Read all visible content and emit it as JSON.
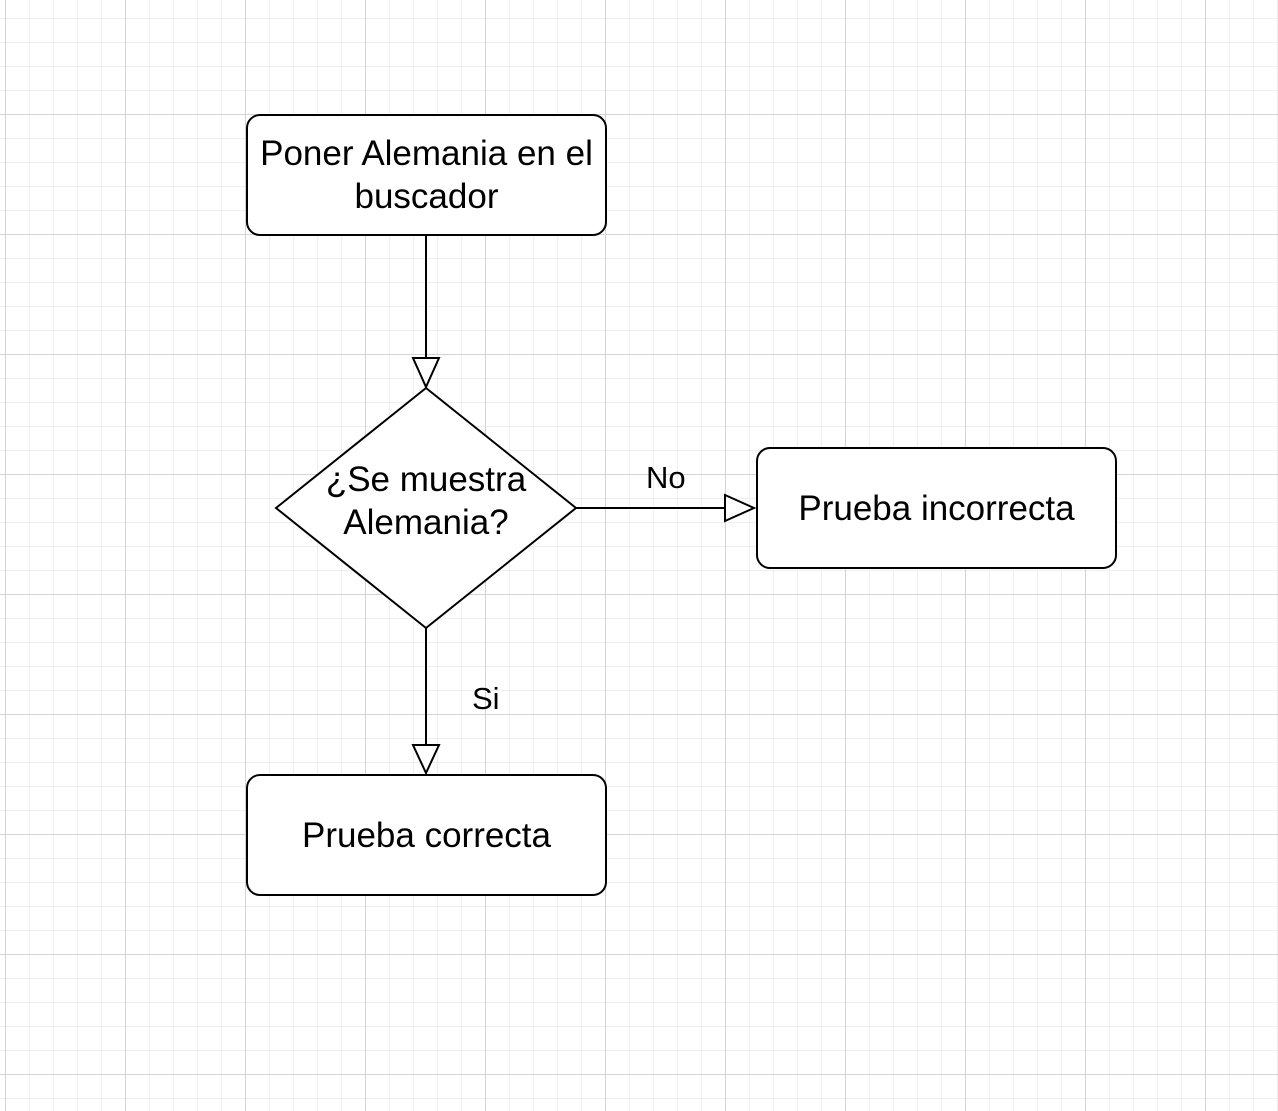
{
  "diagram": {
    "nodes": {
      "start": {
        "label": "Poner Alemania en el buscador"
      },
      "decision": {
        "label": "¿Se muestra Alemania?"
      },
      "incorrect": {
        "label": "Prueba incorrecta"
      },
      "correct": {
        "label": "Prueba correcta"
      }
    },
    "edges": {
      "no": {
        "label": "No"
      },
      "si": {
        "label": "Si"
      }
    }
  },
  "colors": {
    "stroke": "#000000",
    "fill": "#ffffff",
    "grid_major": "#d4d4d4",
    "grid_minor": "#efefef"
  }
}
